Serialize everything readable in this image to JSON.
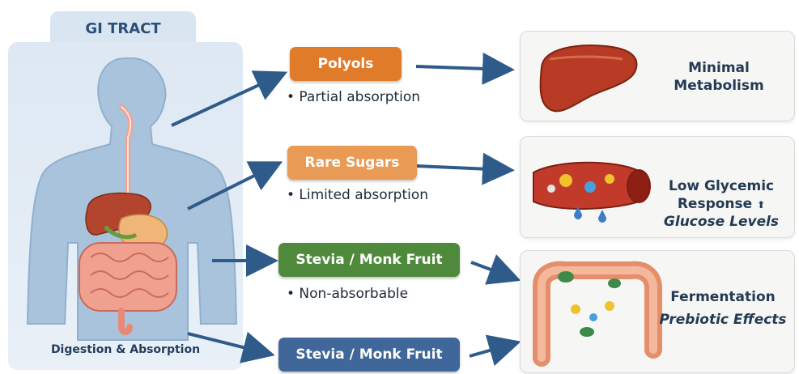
{
  "gi": {
    "title": "GI TRACT",
    "caption": "Digestion & Absorption"
  },
  "rows": [
    {
      "label": "Polyols",
      "note": "• Partial absorption",
      "color": "#e07b2a"
    },
    {
      "label": "Rare Sugars",
      "note": "• Limited absorption",
      "color": "#e99a55"
    },
    {
      "label": "Stevia / Monk Fruit",
      "note": "• Non-absorbable",
      "color": "#4f8a3c"
    },
    {
      "label": "Stevia / Monk Fruit",
      "note": "",
      "color": "#3f6799"
    }
  ],
  "outcomes": {
    "metabolism": {
      "line1": "Minimal",
      "line2": "Metabolism"
    },
    "glycemic": {
      "line1": "Low Glycemic",
      "line2": "Response",
      "line3": "Glucose Levels",
      "arrow": "⬆"
    },
    "fermentation": {
      "line1": "Fermentation",
      "line2": "Prebiotic Effects"
    }
  },
  "icons": [
    "liver-icon",
    "blood-vessel-icon",
    "colon-icon",
    "human-body-icon"
  ],
  "colors": {
    "arrow": "#2f5b8a",
    "panel": "#dde8f3",
    "title": "#2c4f77"
  }
}
